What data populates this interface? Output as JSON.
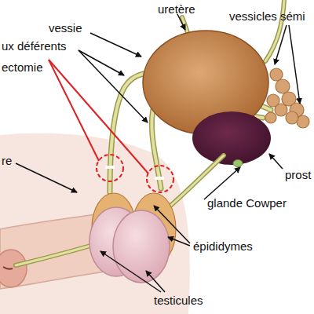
{
  "diagram": {
    "labels": [
      "uretère",
      "vessie",
      "ux déférents",
      "vessicles sémi",
      "ectomie",
      "prost",
      "re",
      "glande Cowper",
      "épididymes",
      "testicules"
    ]
  }
}
